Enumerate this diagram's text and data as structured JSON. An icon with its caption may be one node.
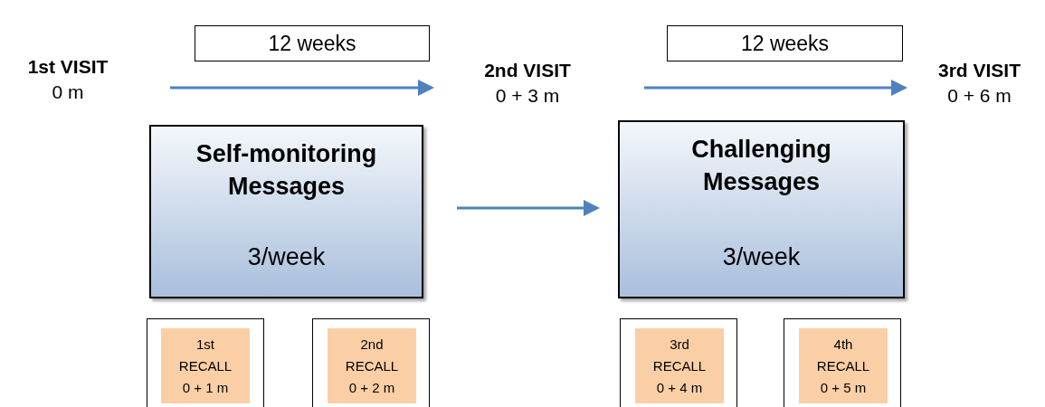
{
  "diagram": {
    "nodes": [
      {
        "text": [
          "1st VISIT",
          "0 m"
        ]
      },
      {
        "text": [
          "12 weeks"
        ]
      },
      {
        "text": [
          "2nd VISIT",
          "0 + 3 m"
        ]
      },
      {
        "text": [
          "12 weeks"
        ]
      },
      {
        "text": [
          "3rd VISIT",
          "0 + 6 m"
        ]
      },
      {
        "text": [
          "Self-monitoring Messages",
          "3/week"
        ]
      },
      {
        "text": [
          "Challenging Messages",
          "3/week"
        ]
      },
      {
        "text": [],
        "shape": "box"
      },
      {
        "text": [
          "1st RECALL 0 + 1 m"
        ],
        "in": 7
      },
      {
        "text": [],
        "shape": "box"
      },
      {
        "text": [
          "2nd RECALL 0 + 2 m"
        ],
        "in": 9
      },
      {
        "text": [],
        "shape": "box"
      },
      {
        "text": [
          "3rd RECALL 0 + 4 m"
        ],
        "in": 11
      },
      {
        "text": [],
        "shape": "box"
      },
      {
        "text": [
          "4th RECALL 0 + 5 m"
        ],
        "in": 13
      }
    ],
    "edges": [
      {
        "from": 5,
        "to": 6,
        "arrow": "to"
      }
    ]
  }
}
